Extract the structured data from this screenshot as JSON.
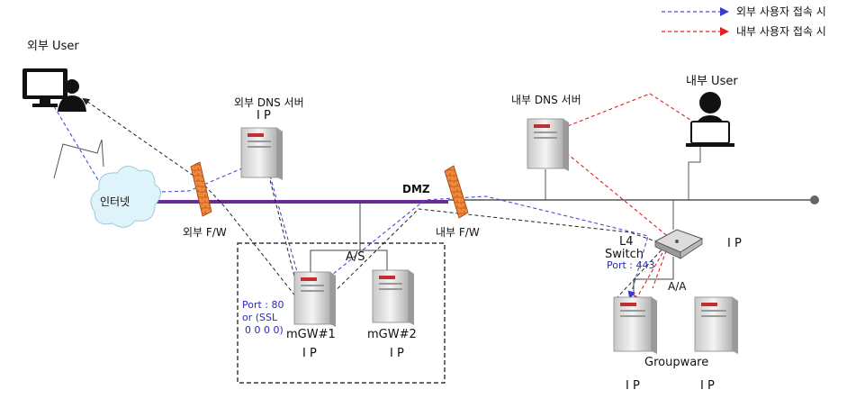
{
  "legend": {
    "external": "외부 사용자 접속 시",
    "internal": "내부 사용자 접속 시"
  },
  "colors": {
    "external_path": "#4a4ad8",
    "internal_path": "#e02020",
    "backbone": "#6a2a9a",
    "line": "#444444",
    "firewall": "#f07a2a",
    "cloud": "#dff3fb"
  },
  "nodes": {
    "external_user": "외부 User",
    "internet": "인터넷",
    "external_fw": "외부 F/W",
    "external_dns": "외부 DNS 서버",
    "external_dns_ip": "I P",
    "dmz": "DMZ",
    "internal_fw": "내부 F/W",
    "internal_dns": "내부 DNS 서버",
    "internal_user": "내부 User",
    "l4_switch_line1": "L4",
    "l4_switch_line2": "Switch",
    "l4_port": "Port : 443",
    "l4_ip": "I P",
    "aa": "A/A",
    "as": "A/S",
    "mgw_port_line1": "Port : 80",
    "mgw_port_line2": "or (SSL",
    "mgw_port_line3": "0 0 0 0)",
    "mgw1": "mGW#1",
    "mgw2": "mGW#2",
    "mgw1_ip": "I P",
    "mgw2_ip": "I P",
    "groupware": "Groupware",
    "gw1_ip": "I P",
    "gw2_ip": "I P"
  },
  "icons": [
    "monitor-user-icon",
    "cloud-icon",
    "firewall-icon",
    "server-icon",
    "user-laptop-icon",
    "switch-icon"
  ]
}
